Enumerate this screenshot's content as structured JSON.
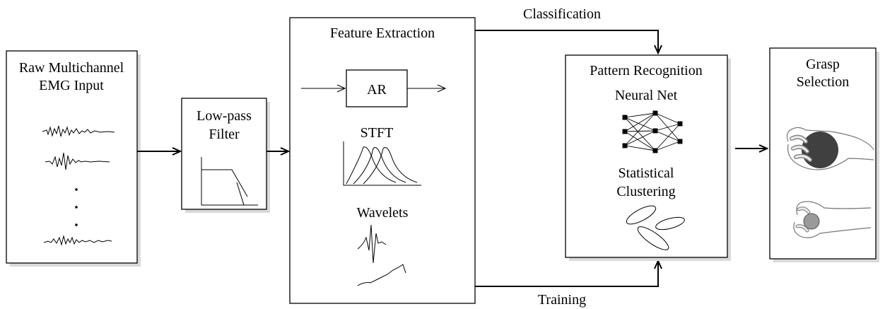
{
  "blocks": {
    "emg_input": {
      "line1": "Raw Multichannel",
      "line2": "EMG Input"
    },
    "lowpass": {
      "line1": "Low-pass",
      "line2": "Filter"
    },
    "feature_extraction": {
      "title": "Feature Extraction",
      "ar_label": "AR",
      "stft_label": "STFT",
      "wavelets_label": "Wavelets"
    },
    "pattern_recognition": {
      "title": "Pattern Recognition",
      "neural_net_label": "Neural Net",
      "clustering_line1": "Statistical",
      "clustering_line2": "Clustering"
    },
    "grasp": {
      "line1": "Grasp",
      "line2": "Selection"
    }
  },
  "paths": {
    "classification_label": "Classification",
    "training_label": "Training"
  }
}
